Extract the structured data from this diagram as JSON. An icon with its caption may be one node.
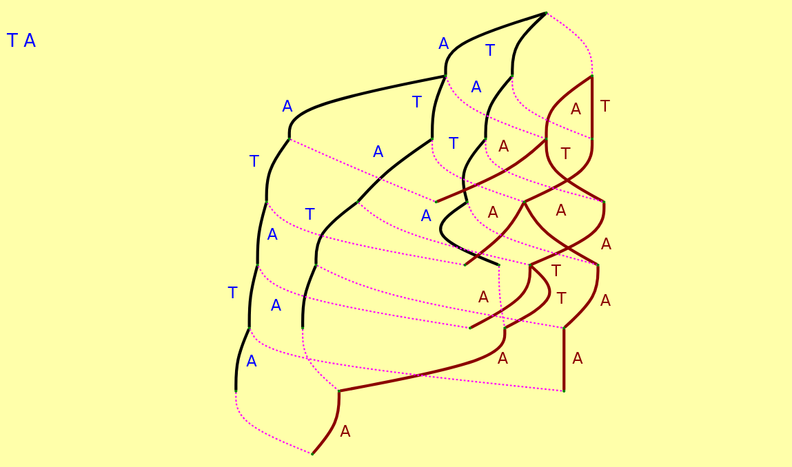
{
  "diagram": {
    "nodes": [
      {
        "text": [],
        "shape": "circle"
      },
      {
        "text": [],
        "shape": "circle"
      },
      {
        "text": [],
        "shape": "circle"
      },
      {
        "text": [],
        "shape": "circle"
      },
      {
        "text": [],
        "shape": "circle"
      },
      {
        "text": [],
        "shape": "circle"
      },
      {
        "text": [],
        "shape": "circle"
      },
      {
        "text": [],
        "shape": "circle"
      },
      {
        "text": [],
        "shape": "circle"
      },
      {
        "text": [],
        "shape": "circle"
      },
      {
        "text": [],
        "shape": "circle"
      },
      {
        "text": [],
        "shape": "circle"
      },
      {
        "text": [],
        "shape": "circle"
      },
      {
        "text": [],
        "shape": "circle"
      },
      {
        "text": [],
        "shape": "circle"
      },
      {
        "text": [],
        "shape": "circle"
      },
      {
        "text": [],
        "shape": "circle"
      },
      {
        "text": [],
        "shape": "circle"
      },
      {
        "text": [],
        "shape": "circle"
      },
      {
        "text": [],
        "shape": "circle"
      },
      {
        "text": [],
        "shape": "circle"
      },
      {
        "text": [],
        "shape": "circle"
      },
      {
        "text": [],
        "shape": "circle"
      },
      {
        "text": [],
        "shape": "circle"
      },
      {
        "text": [],
        "shape": "circle"
      },
      {
        "text": [],
        "shape": "circle"
      },
      {
        "text": [],
        "shape": "circle"
      },
      {
        "text": [],
        "shape": "circle"
      },
      {
        "text": [],
        "shape": "circle"
      },
      {
        "text": [],
        "shape": "circle"
      }
    ],
    "edges": [
      {
        "from": 0,
        "to": 1,
        "arrow": "none",
        "label": "A",
        "color": "#000000"
      },
      {
        "from": 0,
        "to": 2,
        "arrow": "none",
        "label": "T",
        "color": "#000000"
      },
      {
        "from": 1,
        "to": 3,
        "arrow": "none",
        "label": "A",
        "color": "#000000"
      },
      {
        "from": 1,
        "to": 4,
        "arrow": "none",
        "label": "T",
        "color": "#000000"
      },
      {
        "from": 2,
        "to": 5,
        "arrow": "none",
        "label": "A",
        "color": "#000000"
      },
      {
        "from": 3,
        "to": 6,
        "arrow": "none",
        "label": "T",
        "color": "#000000"
      },
      {
        "from": 4,
        "to": 7,
        "arrow": "none",
        "label": "A",
        "color": "#000000"
      },
      {
        "from": 5,
        "to": 8,
        "arrow": "none",
        "label": "T",
        "color": "#000000"
      },
      {
        "from": 6,
        "to": 9,
        "arrow": "none",
        "label": "A",
        "color": "#000000"
      },
      {
        "from": 7,
        "to": 10,
        "arrow": "none",
        "label": "T",
        "color": "#000000"
      },
      {
        "from": 8,
        "to": 11,
        "arrow": "none",
        "label": "A",
        "color": "#000000"
      },
      {
        "from": 9,
        "to": 12,
        "arrow": "none",
        "label": "T",
        "color": "#000000"
      },
      {
        "from": 10,
        "to": 13,
        "arrow": "none",
        "label": "A",
        "color": "#000000"
      },
      {
        "from": 12,
        "to": 14,
        "arrow": "none",
        "label": "A",
        "color": "#000000"
      },
      {
        "from": 15,
        "to": 16,
        "arrow": "none",
        "label": "A",
        "color": "#8b0000"
      },
      {
        "from": 15,
        "to": 17,
        "arrow": "none",
        "label": "T",
        "color": "#8b0000"
      },
      {
        "from": 16,
        "to": 18,
        "arrow": "none",
        "label": "A",
        "color": "#8b0000"
      },
      {
        "from": 16,
        "to": 19,
        "arrow": "none",
        "label": "T",
        "color": "#8b0000"
      },
      {
        "from": 17,
        "to": 20,
        "arrow": "none",
        "label": "A",
        "color": "#8b0000"
      },
      {
        "from": 19,
        "to": 21,
        "arrow": "none",
        "label": "A",
        "color": "#8b0000"
      },
      {
        "from": 20,
        "to": 22,
        "arrow": "none",
        "label": "A",
        "color": "#8b0000"
      },
      {
        "from": 20,
        "to": 23,
        "arrow": "none",
        "label": "T",
        "color": "#8b0000"
      },
      {
        "from": 21,
        "to": 24,
        "arrow": "none",
        "label": "A",
        "color": "#8b0000"
      },
      {
        "from": 21,
        "to": 25,
        "arrow": "none",
        "label": "T",
        "color": "#8b0000"
      },
      {
        "from": 23,
        "to": 26,
        "arrow": "none",
        "label": "A",
        "color": "#8b0000"
      },
      {
        "from": 25,
        "to": 27,
        "arrow": "none",
        "label": "A",
        "color": "#8b0000"
      },
      {
        "from": 26,
        "to": 28,
        "arrow": "none",
        "label": "A",
        "color": "#8b0000"
      },
      {
        "from": 27,
        "to": 29,
        "arrow": "none",
        "label": "A",
        "color": "#8b0000"
      },
      {
        "from": 0,
        "to": 15,
        "arrow": "none",
        "style": "dashed",
        "color": "#ff00ff"
      },
      {
        "from": 1,
        "to": 16,
        "arrow": "none",
        "style": "dashed",
        "color": "#ff00ff"
      },
      {
        "from": 2,
        "to": 17,
        "arrow": "none",
        "style": "dashed",
        "color": "#ff00ff"
      },
      {
        "from": 3,
        "to": 18,
        "arrow": "none",
        "style": "dashed",
        "color": "#ff00ff"
      },
      {
        "from": 4,
        "to": 20,
        "arrow": "none",
        "style": "dashed",
        "color": "#ff00ff"
      },
      {
        "from": 5,
        "to": 19,
        "arrow": "none",
        "style": "dashed",
        "color": "#ff00ff"
      },
      {
        "from": 6,
        "to": 22,
        "arrow": "none",
        "style": "dashed",
        "color": "#ff00ff"
      },
      {
        "from": 7,
        "to": 21,
        "arrow": "none",
        "style": "dashed",
        "color": "#ff00ff"
      },
      {
        "from": 8,
        "to": 23,
        "arrow": "none",
        "style": "dashed",
        "color": "#ff00ff"
      },
      {
        "from": 9,
        "to": 24,
        "arrow": "none",
        "style": "dashed",
        "color": "#ff00ff"
      },
      {
        "from": 10,
        "to": 26,
        "arrow": "none",
        "style": "dashed",
        "color": "#ff00ff"
      },
      {
        "from": 11,
        "to": 25,
        "arrow": "none",
        "style": "dashed",
        "color": "#ff00ff"
      },
      {
        "from": 12,
        "to": 28,
        "arrow": "none",
        "style": "dashed",
        "color": "#ff00ff"
      },
      {
        "from": 13,
        "to": 27,
        "arrow": "none",
        "style": "dashed",
        "color": "#ff00ff"
      },
      {
        "from": 14,
        "to": 29,
        "arrow": "none",
        "style": "dashed",
        "color": "#ff00ff"
      }
    ],
    "labels": [
      "T A"
    ]
  }
}
